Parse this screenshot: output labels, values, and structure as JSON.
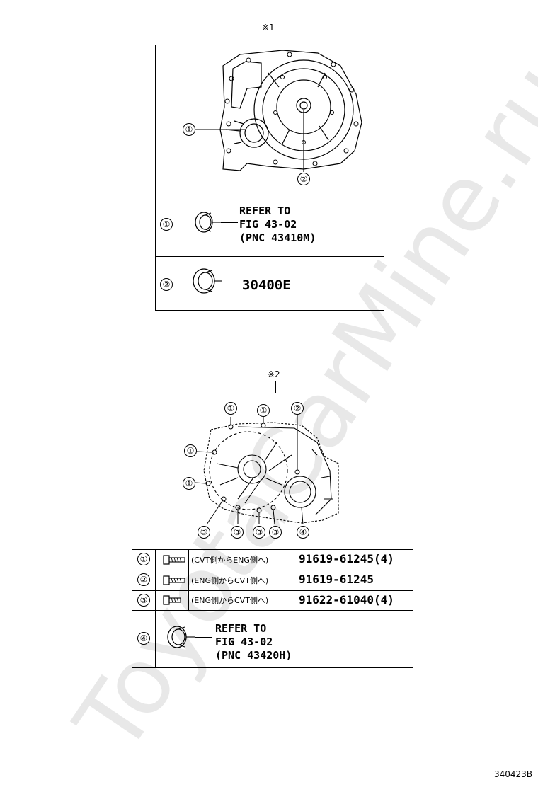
{
  "watermark": "ToyotaCarMine.ru",
  "figure_code": "340423B",
  "section1": {
    "marker": "※1",
    "callouts": [
      "①",
      "②"
    ],
    "rows": [
      {
        "num": "①",
        "ref_lines": [
          "REFER TO",
          "FIG 43-02",
          "(PNC 43410M)"
        ],
        "icon": "oil-seal-icon"
      },
      {
        "num": "②",
        "part": "30400E",
        "icon": "oil-seal-icon"
      }
    ]
  },
  "section2": {
    "marker": "※2",
    "callouts": [
      "①",
      "①",
      "②",
      "①",
      "①",
      "③",
      "③",
      "③",
      "③",
      "④"
    ],
    "rows": [
      {
        "num": "①",
        "note": "(CVT側からENG側へ)",
        "part": "91619-61245(4)",
        "icon": "bolt-icon"
      },
      {
        "num": "②",
        "note": "(ENG側からCVT側へ)",
        "part": "91619-61245",
        "icon": "bolt-icon"
      },
      {
        "num": "③",
        "note": "(ENG側からCVT側へ)",
        "part": "91622-61040(4)",
        "icon": "bolt-icon"
      },
      {
        "num": "④",
        "ref_lines": [
          "REFER TO",
          "FIG 43-02",
          "(PNC 43420H)"
        ],
        "icon": "oil-seal-icon"
      }
    ]
  }
}
